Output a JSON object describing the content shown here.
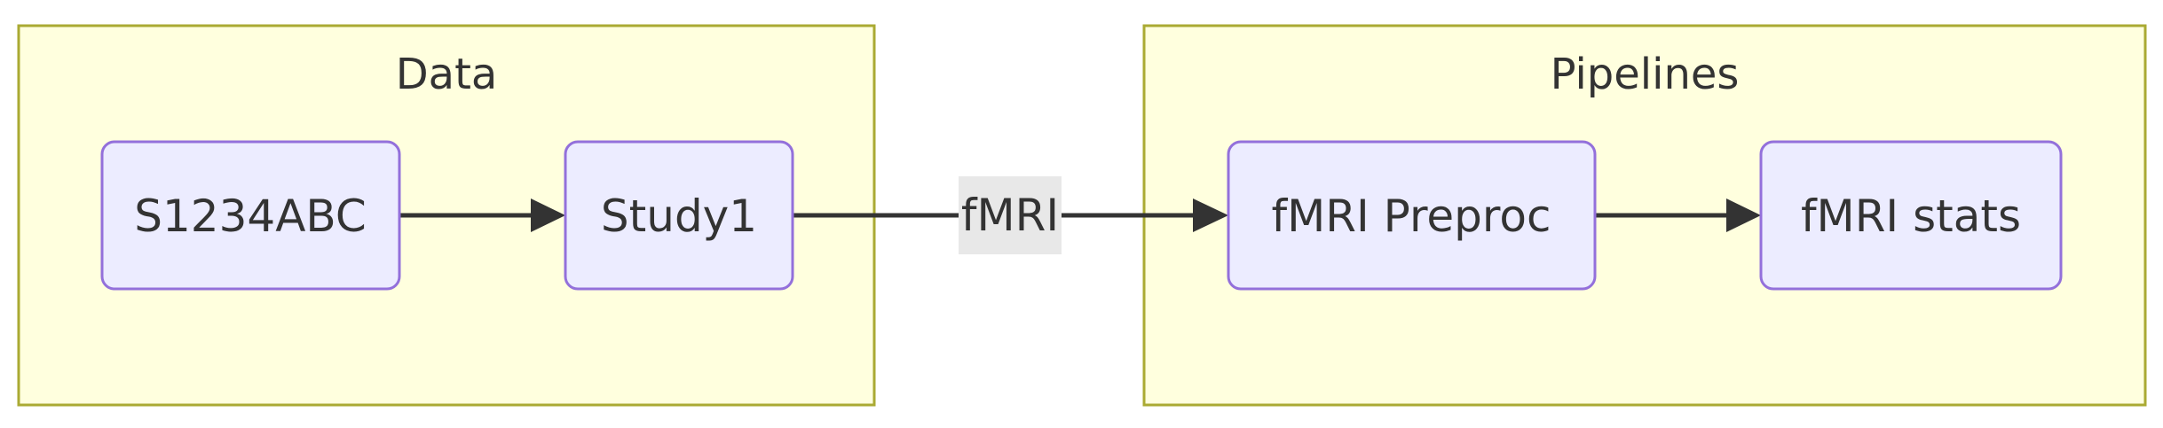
{
  "clusters": {
    "data": {
      "title": "Data"
    },
    "pipelines": {
      "title": "Pipelines"
    }
  },
  "nodes": {
    "s1234abc": {
      "label": "S1234ABC"
    },
    "study1": {
      "label": "Study1"
    },
    "fmri_preproc": {
      "label": "fMRI Preproc"
    },
    "fmri_stats": {
      "label": "fMRI stats"
    }
  },
  "edges": {
    "study1_to_preproc": {
      "label": "fMRI"
    }
  },
  "colors": {
    "cluster_fill": "#ffffde",
    "cluster_stroke": "#aaaa33",
    "node_fill": "#ececff",
    "node_stroke": "#9370db",
    "edge": "#333333",
    "edge_label_bg": "#e8e8e8",
    "text": "#333333"
  }
}
